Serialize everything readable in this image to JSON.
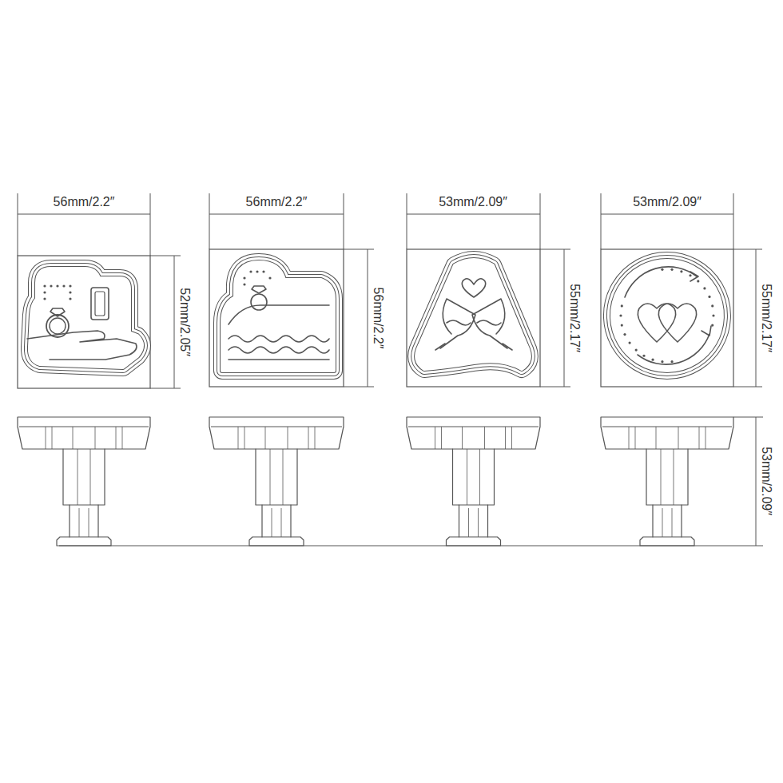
{
  "diagram": {
    "labels": [
      "56mm/2.2″",
      "56mm/2.2″",
      "53mm/2.09″",
      "53mm/2.09″",
      "52mm/2.05″",
      "56mm/2.2″",
      "55mm/2.17″",
      "55mm/2.17″",
      "53mm/2.09″"
    ]
  }
}
